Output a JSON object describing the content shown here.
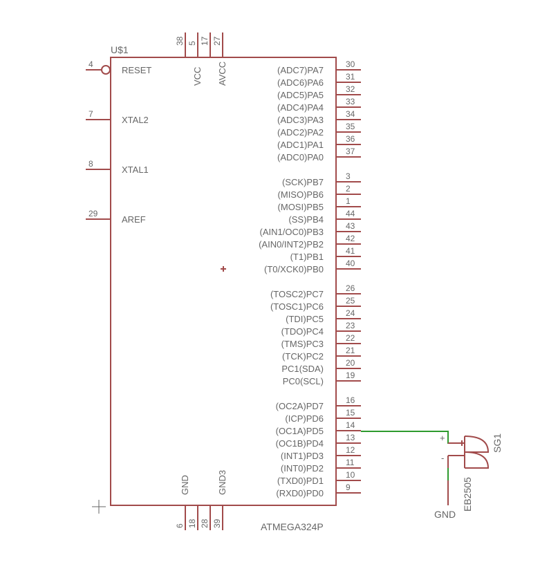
{
  "ic": {
    "ref": "U$1",
    "part": "ATMEGA324P"
  },
  "left_pins": [
    {
      "num": "4",
      "name": "RESET",
      "inverted": true
    },
    {
      "num": "7",
      "name": "XTAL2"
    },
    {
      "num": "8",
      "name": "XTAL1"
    },
    {
      "num": "29",
      "name": "AREF"
    }
  ],
  "top_pins": [
    {
      "num": "38",
      "name": ""
    },
    {
      "num": "5",
      "name": "VCC"
    },
    {
      "num": "17",
      "name": ""
    },
    {
      "num": "27",
      "name": "AVCC"
    }
  ],
  "bottom_pins": [
    {
      "num": "6",
      "name": "GND"
    },
    {
      "num": "18",
      "name": ""
    },
    {
      "num": "28",
      "name": ""
    },
    {
      "num": "39",
      "name": "GND3"
    }
  ],
  "right_pins": [
    {
      "num": "30",
      "name": "(ADC7)PA7"
    },
    {
      "num": "31",
      "name": "(ADC6)PA6"
    },
    {
      "num": "32",
      "name": "(ADC5)PA5"
    },
    {
      "num": "33",
      "name": "(ADC4)PA4"
    },
    {
      "num": "34",
      "name": "(ADC3)PA3"
    },
    {
      "num": "35",
      "name": "(ADC2)PA2"
    },
    {
      "num": "36",
      "name": "(ADC1)PA1"
    },
    {
      "num": "37",
      "name": "(ADC0)PA0"
    },
    {
      "num": "3",
      "name": "(SCK)PB7"
    },
    {
      "num": "2",
      "name": "(MISO)PB6"
    },
    {
      "num": "1",
      "name": "(MOSI)PB5"
    },
    {
      "num": "44",
      "name": "(SS)PB4"
    },
    {
      "num": "43",
      "name": "(AIN1/OC0)PB3"
    },
    {
      "num": "42",
      "name": "(AIN0/INT2)PB2"
    },
    {
      "num": "41",
      "name": "(T1)PB1"
    },
    {
      "num": "40",
      "name": "(T0/XCK0)PB0"
    },
    {
      "num": "26",
      "name": "(TOSC2)PC7"
    },
    {
      "num": "25",
      "name": "(TOSC1)PC6"
    },
    {
      "num": "24",
      "name": "(TDI)PC5"
    },
    {
      "num": "23",
      "name": "(TDO)PC4"
    },
    {
      "num": "22",
      "name": "(TMS)PC3"
    },
    {
      "num": "21",
      "name": "(TCK)PC2"
    },
    {
      "num": "20",
      "name": "PC1(SDA)"
    },
    {
      "num": "19",
      "name": "PC0(SCL)"
    },
    {
      "num": "16",
      "name": "(OC2A)PD7"
    },
    {
      "num": "15",
      "name": "(ICP)PD6"
    },
    {
      "num": "14",
      "name": "(OC1A)PD5"
    },
    {
      "num": "13",
      "name": "(OC1B)PD4"
    },
    {
      "num": "12",
      "name": "(INT1)PD3"
    },
    {
      "num": "11",
      "name": "(INT0)PD2"
    },
    {
      "num": "10",
      "name": "(TXD0)PD1"
    },
    {
      "num": "9",
      "name": "(RXD0)PD0"
    }
  ],
  "buzzer": {
    "ref": "SG1",
    "value": "EB2505",
    "plus": "+",
    "minus": "-"
  },
  "gnd_label": "GND",
  "colors": {
    "part": "#a14a4a",
    "wire": "#2e9a2e",
    "text": "#666666"
  }
}
